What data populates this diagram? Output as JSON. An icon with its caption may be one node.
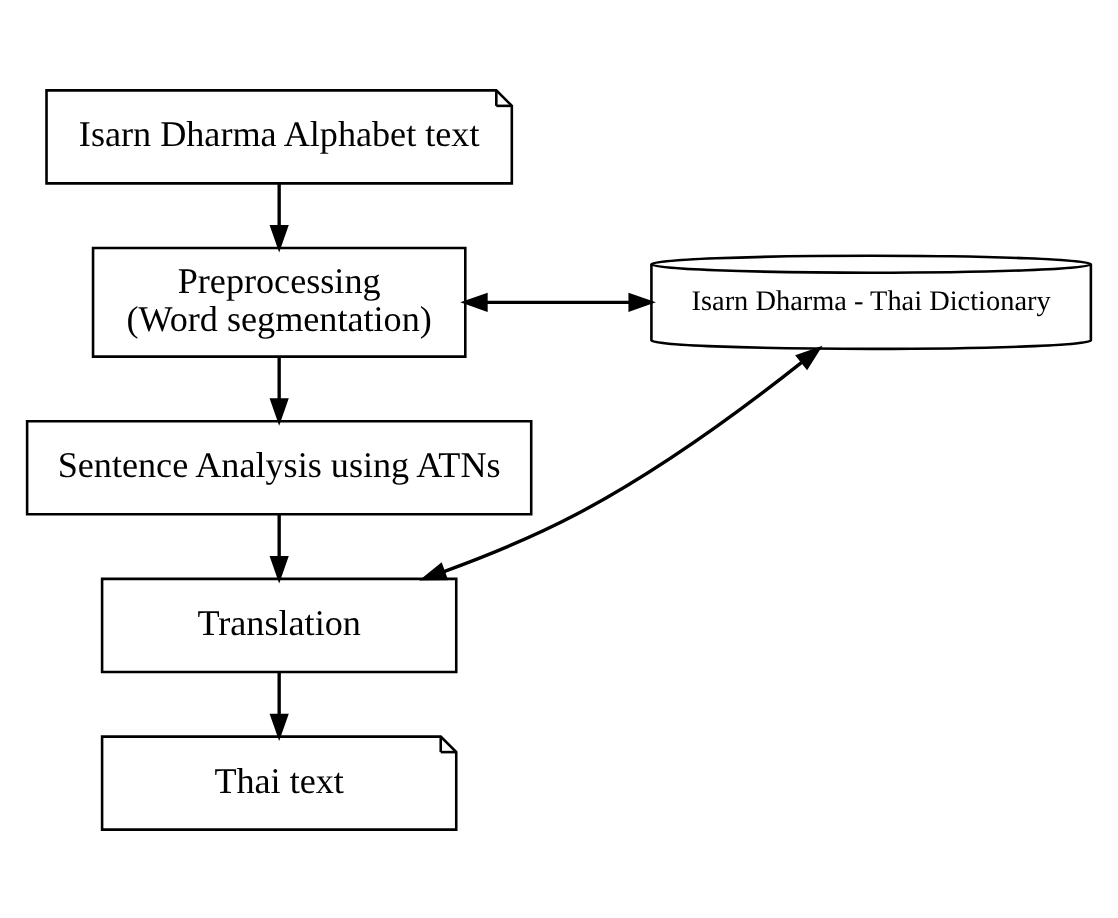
{
  "diagram": {
    "nodes": [
      {
        "text": [
          "Isarn Dharma Alphabet text"
        ]
      },
      {
        "text": [
          "Preprocessing",
          "(Word segmentation)"
        ]
      },
      {
        "text": [
          "Isarn Dharma - Thai Dictionary"
        ]
      },
      {
        "text": [
          "Sentence Analysis using ATNs"
        ]
      },
      {
        "text": [
          "Translation"
        ]
      },
      {
        "text": [
          "Thai text"
        ]
      }
    ],
    "edges": [
      {
        "from": 0,
        "to": 1,
        "arrow": "to"
      },
      {
        "from": 1,
        "to": 2,
        "arrow": "both"
      },
      {
        "from": 1,
        "to": 3,
        "arrow": "to"
      },
      {
        "from": 3,
        "to": 4,
        "arrow": "to"
      },
      {
        "from": 2,
        "to": 4,
        "arrow": "both"
      },
      {
        "from": 4,
        "to": 5,
        "arrow": "to"
      }
    ]
  }
}
